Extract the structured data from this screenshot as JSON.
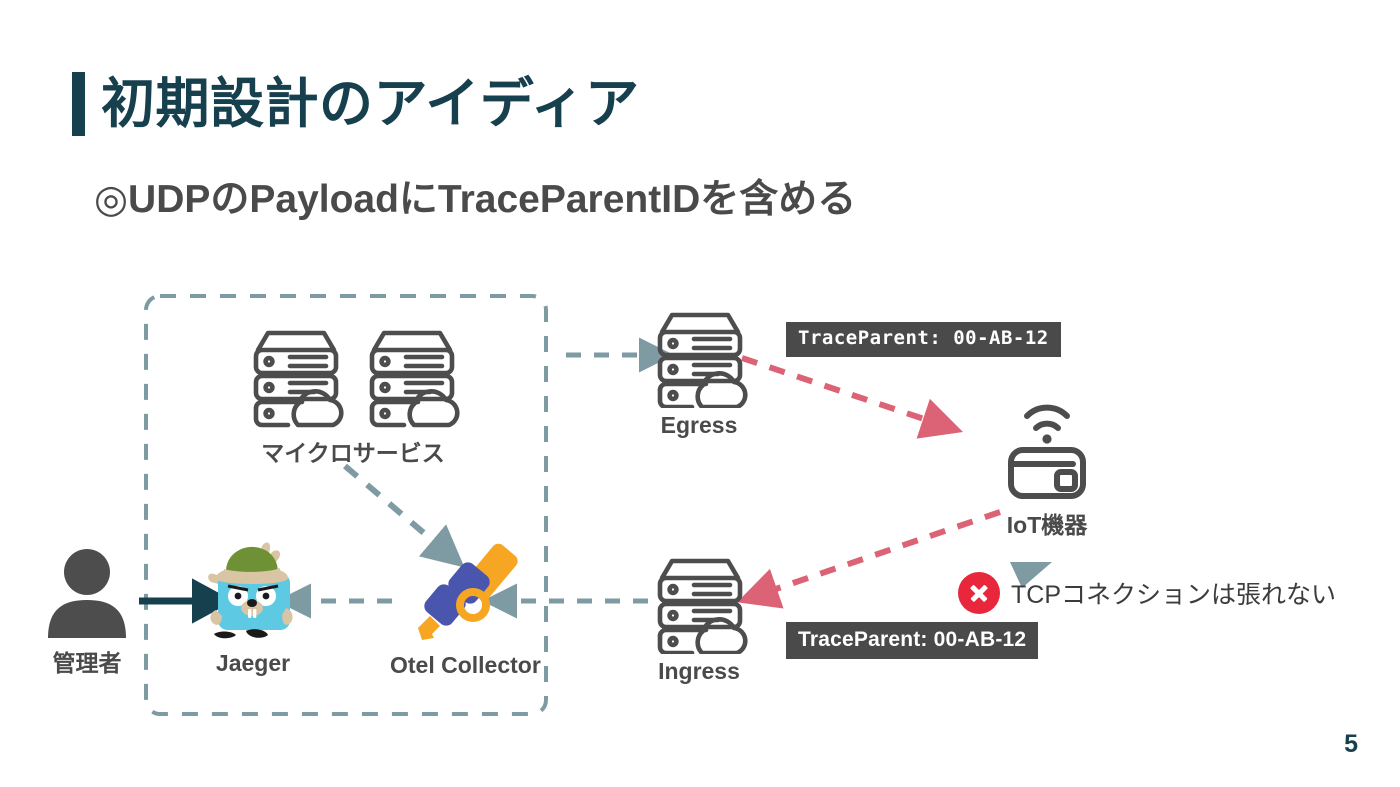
{
  "slide": {
    "title": "初期設計のアイディア",
    "subtitle": "◎UDPのPayloadにTraceParentIDを含める",
    "page_number": "5"
  },
  "colors": {
    "title": "#17404f",
    "subtitle": "#4a4a4a",
    "accent_bar": "#17404f",
    "dashed_box_border": "#7e9aa3",
    "gray_blue_arrow": "#7e9aa3",
    "dark_arrow": "#17404f",
    "red_arrow": "#dc6275",
    "badge_bg": "#4a4a4a",
    "badge_text": "#ffffff",
    "icon_gray": "#4d4d4d",
    "error_red": "#e8273c",
    "gopher_blue": "#5dc9e2",
    "gopher_hat_green": "#6f9136",
    "gopher_tan": "#d9c4a3",
    "telescope_orange": "#f6a623",
    "telescope_blue": "#4a55ad"
  },
  "diagram": {
    "container_label": "",
    "nodes": [
      {
        "id": "admin",
        "label": "管理者",
        "icon": "person-icon"
      },
      {
        "id": "jaeger",
        "label": "Jaeger",
        "icon": "gopher-icon"
      },
      {
        "id": "collector",
        "label": "Otel Collector",
        "icon": "telescope-icon"
      },
      {
        "id": "micro",
        "label": "マイクロサービス",
        "icon": "server-stack-icon"
      },
      {
        "id": "egress",
        "label": "Egress",
        "icon": "server-cloud-icon"
      },
      {
        "id": "ingress",
        "label": "Ingress",
        "icon": "server-cloud-icon"
      },
      {
        "id": "iot",
        "label": "IoT機器",
        "icon": "iot-device-icon"
      }
    ],
    "badges": [
      {
        "id": "badge-top",
        "text": "TraceParent: 00-AB-12",
        "style": "mono"
      },
      {
        "id": "badge-bottom",
        "text": "TraceParent: 00-AB-12",
        "style": "sans"
      }
    ],
    "annotation": {
      "text": "TCPコネクションは張れない",
      "icon": "error-circle-x-icon"
    },
    "edges": [
      {
        "from": "micro",
        "to": "egress",
        "style": "dashed",
        "color": "gray-blue"
      },
      {
        "from": "micro",
        "to": "collector",
        "style": "dashed",
        "color": "gray-blue"
      },
      {
        "from": "egress",
        "to": "iot",
        "style": "dashed",
        "color": "red"
      },
      {
        "from": "iot",
        "to": "ingress",
        "style": "dashed",
        "color": "red"
      },
      {
        "from": "ingress",
        "to": "collector",
        "style": "dashed",
        "color": "gray-blue"
      },
      {
        "from": "collector",
        "to": "jaeger",
        "style": "dashed",
        "color": "gray-blue"
      },
      {
        "from": "jaeger",
        "to": "admin",
        "style": "solid",
        "color": "dark"
      }
    ]
  }
}
